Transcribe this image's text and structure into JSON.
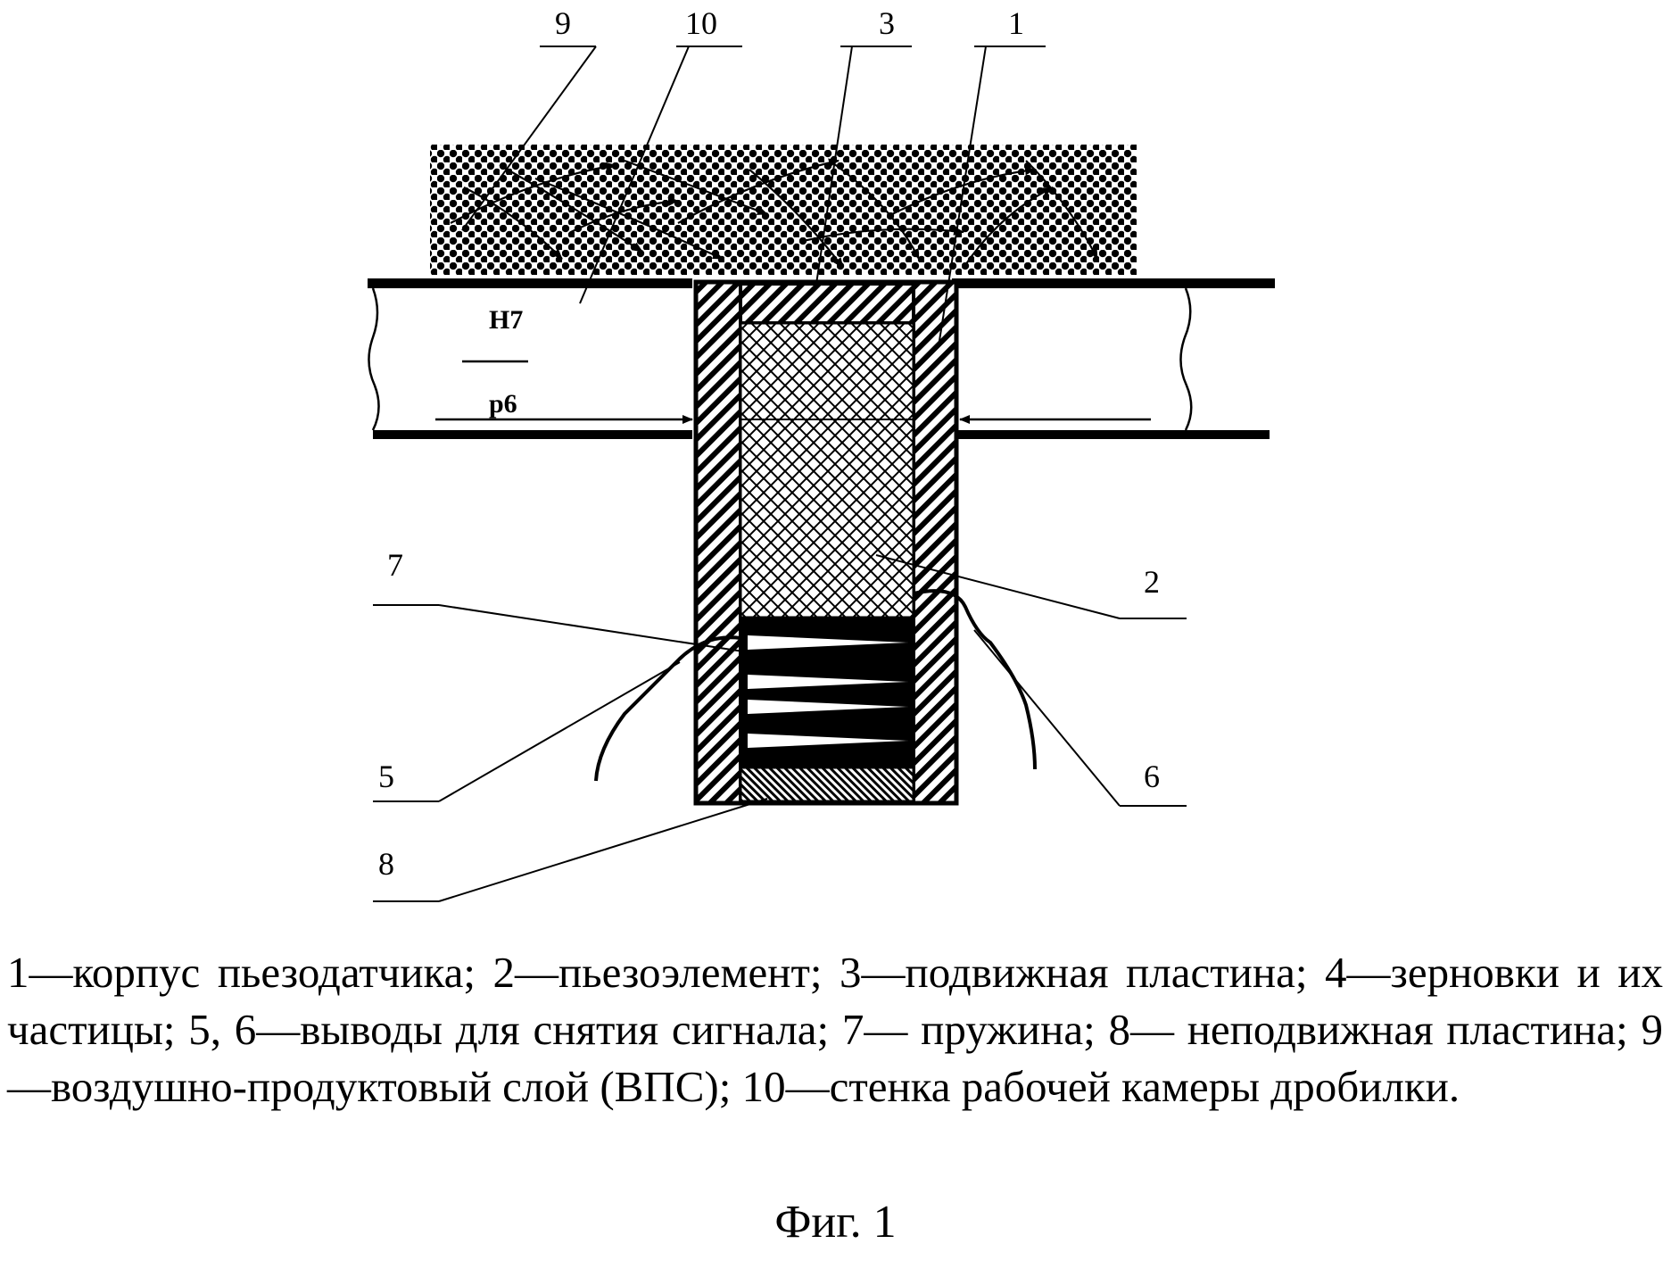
{
  "callouts": {
    "c1": "1",
    "c2": "2",
    "c3": "3",
    "c5": "5",
    "c6": "6",
    "c7": "7",
    "c8": "8",
    "c9": "9",
    "c10": "10"
  },
  "fit": {
    "hole": "H7",
    "shaft": "p6"
  },
  "caption": "1—корпус пьезодатчика; 2—пьезоэлемент; 3—подвижная пластина; 4—зерновки и их  частицы; 5, 6—выводы для снятия сигнала; 7— пружина; 8— неподвижная пластина; 9—воздушно-продуктовый слой (ВПС); 10—стенка рабочей камеры дробилки.",
  "figure_label": "Фиг. 1"
}
